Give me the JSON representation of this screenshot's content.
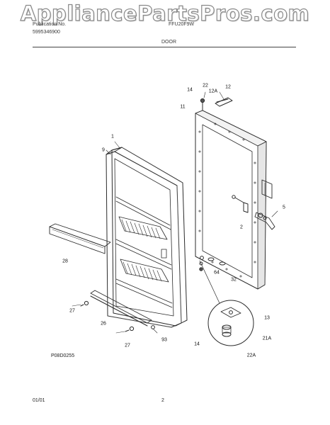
{
  "watermark": "AppliancePartsPros.com",
  "header": {
    "publication_label": "Publication No.",
    "publication_number": "5995346900",
    "model": "FFU20F9W",
    "section_title": "DOOR"
  },
  "callouts": [
    {
      "id": "c-1",
      "text": "1"
    },
    {
      "id": "c-9",
      "text": "9"
    },
    {
      "id": "c-14a",
      "text": "14"
    },
    {
      "id": "c-22",
      "text": "22"
    },
    {
      "id": "c-12a",
      "text": "12A"
    },
    {
      "id": "c-12",
      "text": "12"
    },
    {
      "id": "c-11",
      "text": "11"
    },
    {
      "id": "c-5",
      "text": "5"
    },
    {
      "id": "c-2",
      "text": "2"
    },
    {
      "id": "c-64",
      "text": "64"
    },
    {
      "id": "c-32",
      "text": "32"
    },
    {
      "id": "c-28",
      "text": "28"
    },
    {
      "id": "c-27a",
      "text": "27"
    },
    {
      "id": "c-26",
      "text": "26"
    },
    {
      "id": "c-27b",
      "text": "27"
    },
    {
      "id": "c-93",
      "text": "93"
    },
    {
      "id": "c-14b",
      "text": "14"
    },
    {
      "id": "c-13",
      "text": "13"
    },
    {
      "id": "c-21a",
      "text": "21A"
    },
    {
      "id": "c-22a",
      "text": "22A"
    }
  ],
  "figure_id": "P08D0255",
  "footer": {
    "date": "01/01",
    "page": "2"
  },
  "colors": {
    "line": "#2b2b2b",
    "shade": "#8c8c8c",
    "watermark_stroke": "#8a8a8a"
  }
}
